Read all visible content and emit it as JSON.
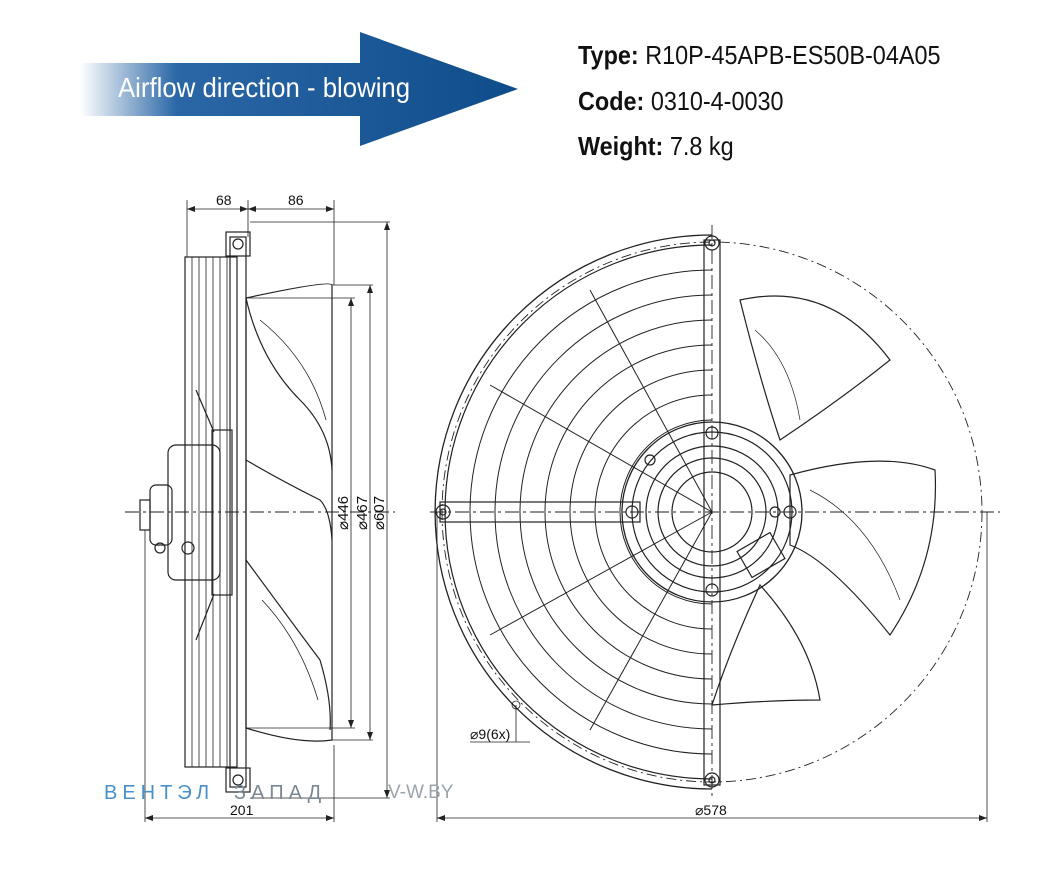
{
  "airflow": {
    "label": "Airflow direction - blowing"
  },
  "specs": {
    "type_label": "Type:",
    "type_value": "R10P-45APB-ES50B-04A05",
    "code_label": "Code:",
    "code_value": "0310-4-0030",
    "weight_label": "Weight:",
    "weight_value": "7.8 kg"
  },
  "dimensions": {
    "depth_front": "68",
    "depth_rear": "86",
    "overall_depth": "201",
    "d_impeller": "⌀446",
    "d_guard": "⌀467",
    "d_frame": "⌀607",
    "d_mount_circle": "⌀578",
    "holes": "⌀9(6x)"
  },
  "watermark": {
    "left": "ВЕНТЭЛ",
    "mid": "ЗАПАД",
    "right": "V-W.BY"
  },
  "colors": {
    "arrow_dark": "#0f4c8a",
    "arrow_light": "#ffffff",
    "line": "#222222",
    "watermark_blue": "#4a90c8"
  }
}
